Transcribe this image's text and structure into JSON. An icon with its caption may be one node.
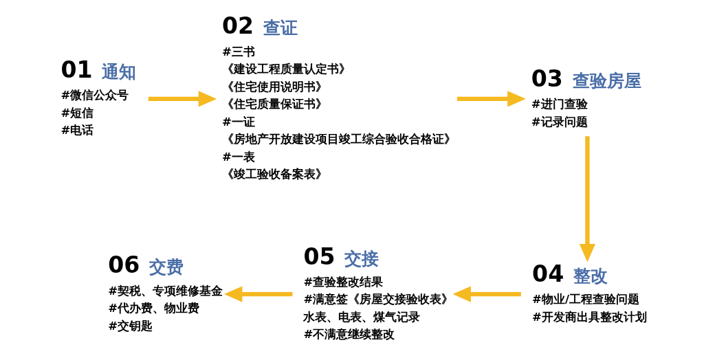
{
  "diagram": {
    "nodes": [
      {
        "text": [
          "01",
          "通知",
          "#微信公众号",
          "#短信",
          "#电话"
        ]
      },
      {
        "text": [
          "02",
          "查证",
          "#三书",
          "《建设工程质量认定书》",
          "《住宅使用说明书》",
          "《住宅质量保证书》",
          "#一证",
          "《房地产开放建设项目竣工综合验收合格证》",
          "#一表",
          "《竣工验收备案表》"
        ]
      },
      {
        "text": [
          "03",
          "查验房屋",
          "#进门查验",
          "#记录问题"
        ]
      },
      {
        "text": [
          "04",
          "整改",
          "#物业/工程查验问题",
          "#开发商出具整改计划"
        ]
      },
      {
        "text": [
          "05",
          "交接",
          "#查验整改结果",
          "#满意签《房屋交接验收表》",
          "水表、电表、煤气记录",
          "#不满意继续整改"
        ]
      },
      {
        "text": [
          "06",
          "交费",
          "#契税、专项维修基金",
          "#代办费、物业费",
          "#交钥匙"
        ]
      }
    ],
    "edges": [
      {
        "from": 0,
        "to": 1,
        "arrow": "to"
      },
      {
        "from": 1,
        "to": 2,
        "arrow": "to"
      },
      {
        "from": 2,
        "to": 3,
        "arrow": "to"
      },
      {
        "from": 3,
        "to": 4,
        "arrow": "to"
      },
      {
        "from": 4,
        "to": 5,
        "arrow": "to"
      }
    ]
  }
}
